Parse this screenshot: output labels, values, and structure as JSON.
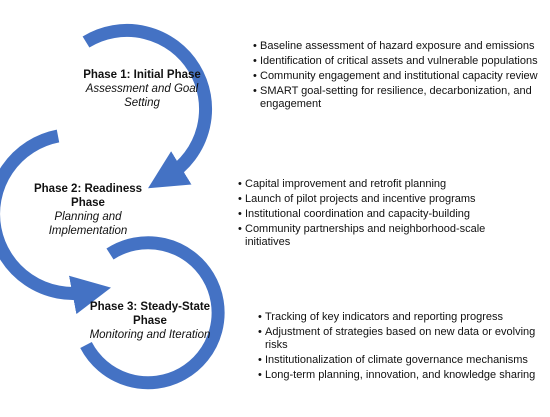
{
  "phases": [
    {
      "title": "Phase 1: Initial Phase",
      "subtitle": "Assessment and Goal Setting",
      "bullets": [
        "Baseline assessment of hazard exposure and emissions",
        "Identification of critical assets and vulnerable populations",
        "Community engagement and institutional capacity review",
        "SMART goal-setting for resilience, decarbonization, and engagement"
      ]
    },
    {
      "title": "Phase 2: Readiness Phase",
      "subtitle": "Planning and Implementation",
      "bullets": [
        "Capital improvement and retrofit planning",
        "Launch of pilot projects and incentive programs",
        "Institutional coordination and capacity-building",
        "Community partnerships and neighborhood-scale initiatives"
      ]
    },
    {
      "title": "Phase 3: Steady-State Phase",
      "subtitle": "Monitoring and Iteration",
      "bullets": [
        "Tracking of key indicators and reporting progress",
        "Adjustment of strategies based on new data or evolving risks",
        "Institutionalization of climate governance mechanisms",
        "Long-term planning, innovation, and knowledge sharing"
      ]
    }
  ],
  "colors": {
    "ring": "#4472c4",
    "text": "#111111"
  }
}
